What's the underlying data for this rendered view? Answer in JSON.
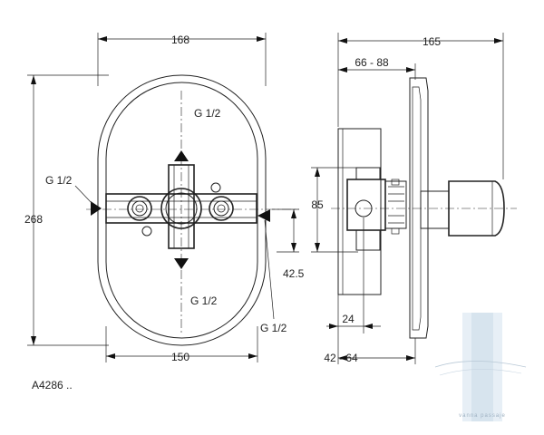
{
  "reference": "A4286 ..",
  "watermark": "vanna passaje",
  "front_view": {
    "width_top": "168",
    "height": "268",
    "width_bottom": "150",
    "inlet_top": "G 1/2",
    "inlet_left": "G 1/2",
    "outlet_bottom": "G 1/2",
    "outlet_right": "G 1/2",
    "offset": "42.5"
  },
  "side_view": {
    "total_depth": "165",
    "depth_range": "66 - 88",
    "body_height": "85",
    "body_depth": "24",
    "install_range": "42 - 64"
  }
}
